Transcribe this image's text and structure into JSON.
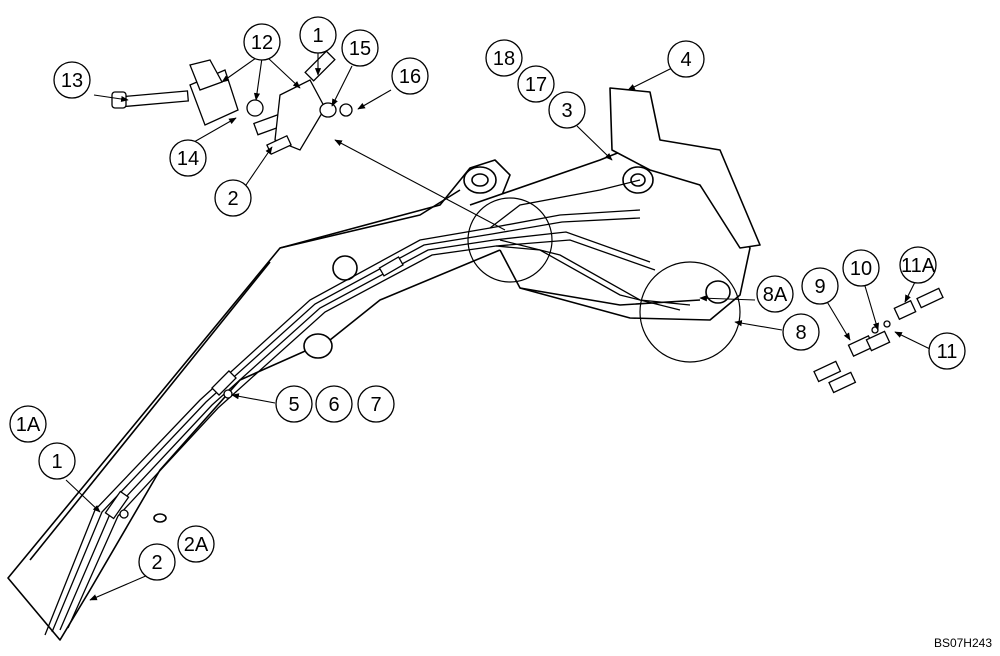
{
  "figure_code": "BS07H243",
  "callouts": [
    "1",
    "2",
    "3",
    "4",
    "5",
    "6",
    "7",
    "8",
    "8A",
    "9",
    "10",
    "11",
    "11A",
    "12",
    "13",
    "14",
    "15",
    "16",
    "17",
    "18",
    "1A",
    "1",
    "2",
    "2A"
  ]
}
